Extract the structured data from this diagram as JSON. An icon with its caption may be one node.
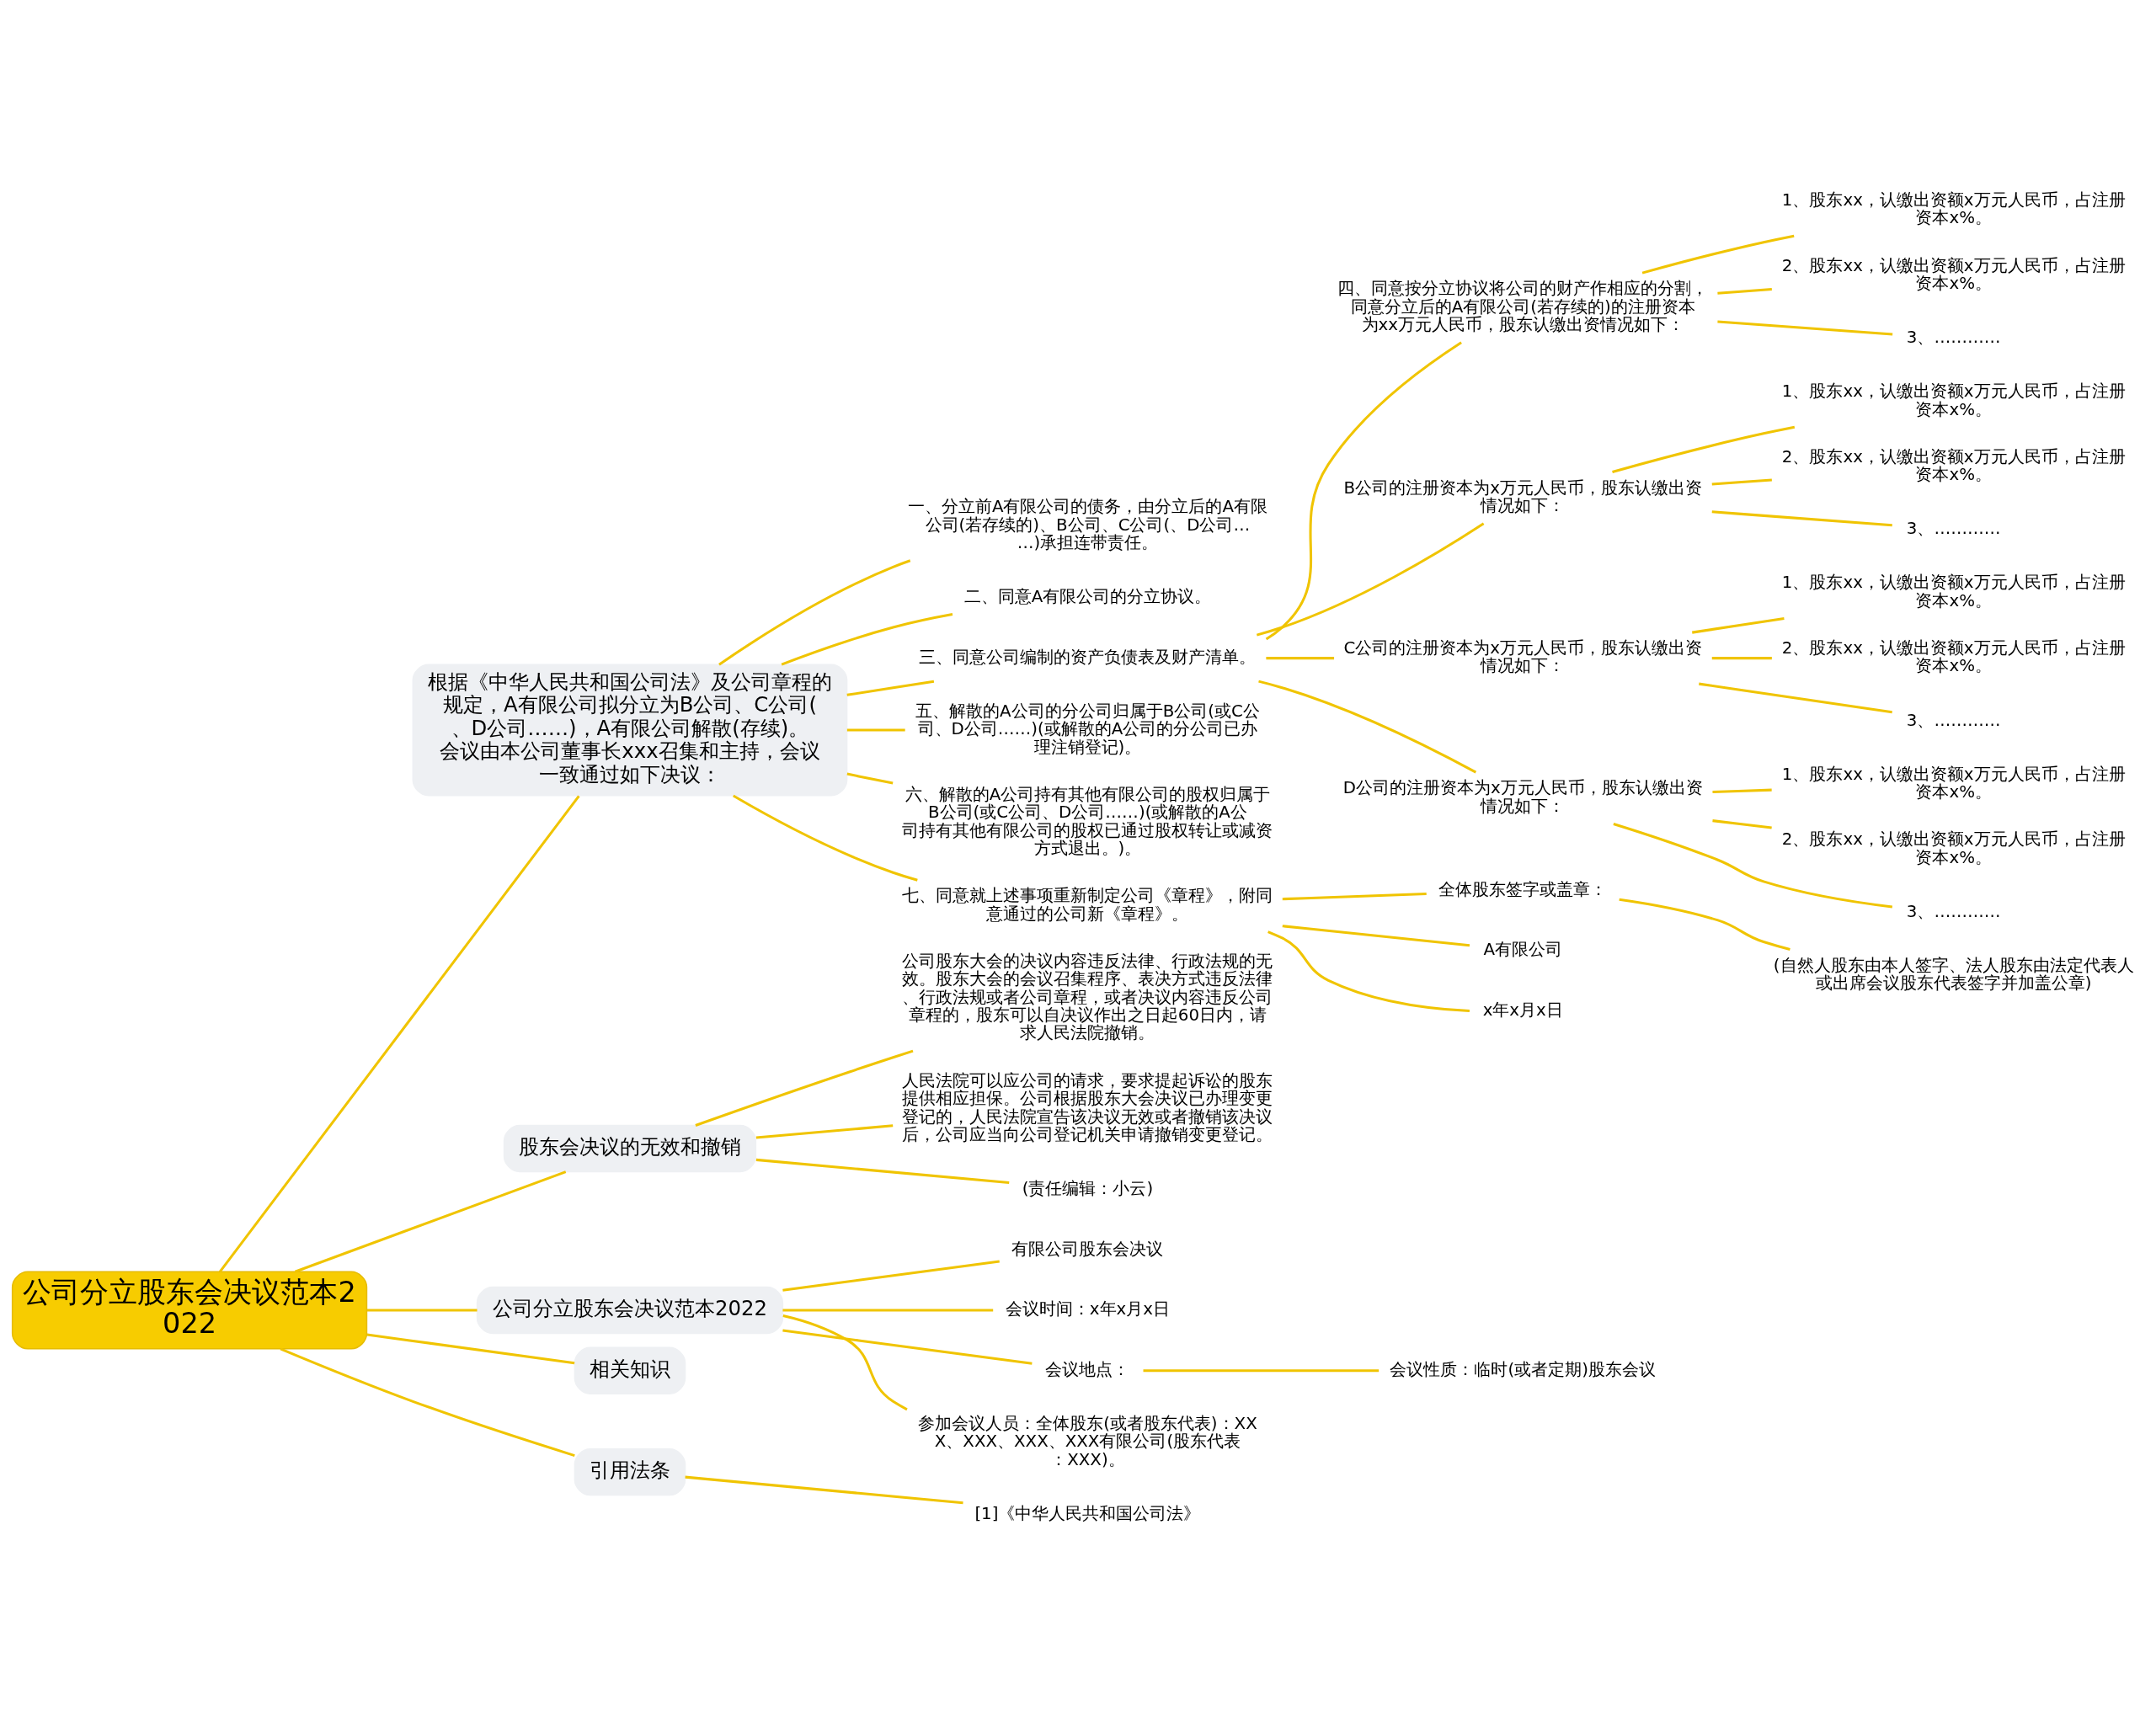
{
  "diagram": {
    "nodes": [
      {
        "text": [
          "公司分立股东会决议范本2022"
        ]
      },
      {
        "text": [
          "根据《中华人民共和国公司法》及公司章程的规定，A有限公司拟分立为B公司、C公司(、D公司……)，A有限公司解散(存续)。会议由本公司董事长xxx召集和主持，会议一致通过如下决议："
        ]
      },
      {
        "text": [
          "一、分立前A有限公司的债务，由分立后的A有限公司(若存续的)、B公司、C公司(、D公司……)承担连带责任。"
        ]
      },
      {
        "text": [
          "二、同意A有限公司的分立协议。"
        ]
      },
      {
        "text": [
          "三、同意公司编制的资产负债表及财产清单。"
        ]
      },
      {
        "text": [
          "四、同意按分立协议将公司的财产作相应的分割，同意分立后的A有限公司(若存续的)的注册资本为xx万元人民币，股东认缴出资情况如下："
        ]
      },
      {
        "text": [
          "1、股东xx，认缴出资额x万元人民币，占注册资本x%。"
        ]
      },
      {
        "text": [
          "2、股东xx，认缴出资额x万元人民币，占注册资本x%。"
        ]
      },
      {
        "text": [
          "3、…………"
        ]
      },
      {
        "text": [
          "B公司的注册资本为x万元人民币，股东认缴出资情况如下："
        ]
      },
      {
        "text": [
          "1、股东xx，认缴出资额x万元人民币，占注册资本x%。"
        ]
      },
      {
        "text": [
          "2、股东xx，认缴出资额x万元人民币，占注册资本x%。"
        ]
      },
      {
        "text": [
          "3、…………"
        ]
      },
      {
        "text": [
          "C公司的注册资本为x万元人民币，股东认缴出资情况如下："
        ]
      },
      {
        "text": [
          "1、股东xx，认缴出资额x万元人民币，占注册资本x%。"
        ]
      },
      {
        "text": [
          "2、股东xx，认缴出资额x万元人民币，占注册资本x%。"
        ]
      },
      {
        "text": [
          "3、…………"
        ]
      },
      {
        "text": [
          "D公司的注册资本为x万元人民币，股东认缴出资情况如下："
        ]
      },
      {
        "text": [
          "1、股东xx，认缴出资额x万元人民币，占注册资本x%。"
        ]
      },
      {
        "text": [
          "2、股东xx，认缴出资额x万元人民币，占注册资本x%。"
        ]
      },
      {
        "text": [
          "3、…………"
        ]
      },
      {
        "text": [
          "五、解散的A公司的分公司归属于B公司(或C公司、D公司……)(或解散的A公司的分公司已办理注销登记)。"
        ]
      },
      {
        "text": [
          "六、解散的A公司持有其他有限公司的股权归属于B公司(或C公司、D公司……)(或解散的A公司持有其他有限公司的股权已通过股权转让或减资方式退出。)。"
        ]
      },
      {
        "text": [
          "七、同意就上述事项重新制定公司《章程》，附同意通过的公司新《章程》。"
        ]
      },
      {
        "text": [
          "全体股东签字或盖章："
        ]
      },
      {
        "text": [
          "(自然人股东由本人签字、法人股东由法定代表人或出席会议股东代表签字并加盖公章)"
        ]
      },
      {
        "text": [
          "A有限公司"
        ]
      },
      {
        "text": [
          "x年x月x日"
        ]
      },
      {
        "text": [
          "股东会决议的无效和撤销"
        ]
      },
      {
        "text": [
          "公司股东大会的决议内容违反法律、行政法规的无效。股东大会的会议召集程序、表决方式违反法律、行政法规或者公司章程，或者决议内容违反公司章程的，股东可以自决议作出之日起60日内，请求人民法院撤销。"
        ]
      },
      {
        "text": [
          "人民法院可以应公司的请求，要求提起诉讼的股东提供相应担保。公司根据股东大会决议已办理变更登记的，人民法院宣告该决议无效或者撤销该决议后，公司应当向公司登记机关申请撤销变更登记。"
        ]
      },
      {
        "text": [
          "(责任编辑：小云)"
        ]
      },
      {
        "text": [
          "公司分立股东会决议范本2022"
        ]
      },
      {
        "text": [
          "有限公司股东会决议"
        ]
      },
      {
        "text": [
          "会议时间：x年x月x日"
        ]
      },
      {
        "text": [
          "会议地点："
        ]
      },
      {
        "text": [
          "会议性质：临时(或者定期)股东会议"
        ]
      },
      {
        "text": [
          "参加会议人员：全体股东(或者股东代表)：XXX、XXX、XXX、XXX有限公司(股东代表：XXX)。"
        ]
      },
      {
        "text": [
          "相关知识"
        ]
      },
      {
        "text": [
          "引用法条"
        ]
      },
      {
        "text": [
          "[1]《中华人民共和国公司法》"
        ]
      }
    ],
    "edges": [
      {
        "from": 0,
        "to": 1,
        "arrow": "none"
      },
      {
        "from": 1,
        "to": 2,
        "arrow": "none"
      },
      {
        "from": 1,
        "to": 3,
        "arrow": "none"
      },
      {
        "from": 1,
        "to": 4,
        "arrow": "none"
      },
      {
        "from": 4,
        "to": 5,
        "arrow": "none"
      },
      {
        "from": 5,
        "to": 6,
        "arrow": "none"
      },
      {
        "from": 5,
        "to": 7,
        "arrow": "none"
      },
      {
        "from": 5,
        "to": 8,
        "arrow": "none"
      },
      {
        "from": 4,
        "to": 9,
        "arrow": "none"
      },
      {
        "from": 9,
        "to": 10,
        "arrow": "none"
      },
      {
        "from": 9,
        "to": 11,
        "arrow": "none"
      },
      {
        "from": 9,
        "to": 12,
        "arrow": "none"
      },
      {
        "from": 4,
        "to": 13,
        "arrow": "none"
      },
      {
        "from": 13,
        "to": 14,
        "arrow": "none"
      },
      {
        "from": 13,
        "to": 15,
        "arrow": "none"
      },
      {
        "from": 13,
        "to": 16,
        "arrow": "none"
      },
      {
        "from": 4,
        "to": 17,
        "arrow": "none"
      },
      {
        "from": 17,
        "to": 18,
        "arrow": "none"
      },
      {
        "from": 17,
        "to": 19,
        "arrow": "none"
      },
      {
        "from": 17,
        "to": 20,
        "arrow": "none"
      },
      {
        "from": 1,
        "to": 21,
        "arrow": "none"
      },
      {
        "from": 1,
        "to": 22,
        "arrow": "none"
      },
      {
        "from": 1,
        "to": 23,
        "arrow": "none"
      },
      {
        "from": 23,
        "to": 24,
        "arrow": "none"
      },
      {
        "from": 24,
        "to": 25,
        "arrow": "none"
      },
      {
        "from": 23,
        "to": 26,
        "arrow": "none"
      },
      {
        "from": 23,
        "to": 27,
        "arrow": "none"
      },
      {
        "from": 0,
        "to": 28,
        "arrow": "none"
      },
      {
        "from": 28,
        "to": 29,
        "arrow": "none"
      },
      {
        "from": 28,
        "to": 30,
        "arrow": "none"
      },
      {
        "from": 28,
        "to": 31,
        "arrow": "none"
      },
      {
        "from": 0,
        "to": 32,
        "arrow": "none"
      },
      {
        "from": 32,
        "to": 33,
        "arrow": "none"
      },
      {
        "from": 32,
        "to": 34,
        "arrow": "none"
      },
      {
        "from": 32,
        "to": 35,
        "arrow": "none"
      },
      {
        "from": 35,
        "to": 36,
        "arrow": "none"
      },
      {
        "from": 32,
        "to": 37,
        "arrow": "none"
      },
      {
        "from": 0,
        "to": 38,
        "arrow": "none"
      },
      {
        "from": 0,
        "to": 39,
        "arrow": "none"
      },
      {
        "from": 39,
        "to": 40,
        "arrow": "none"
      }
    ]
  }
}
